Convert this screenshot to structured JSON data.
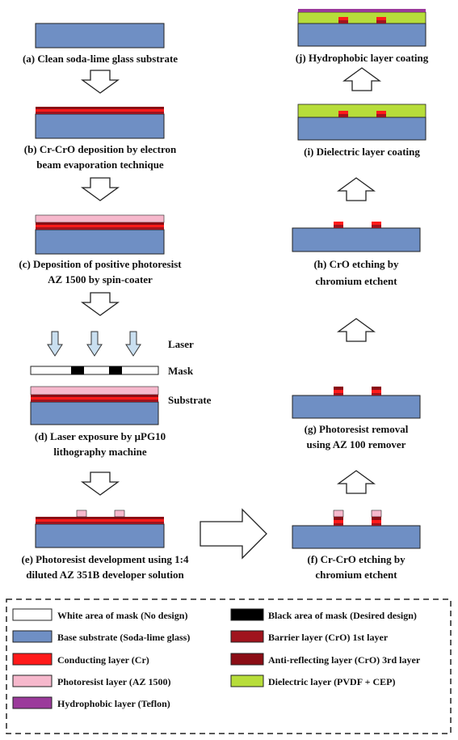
{
  "steps": {
    "a": {
      "line1": "(a) Clean soda-lime glass substrate"
    },
    "b": {
      "line1": "(b) Cr-CrO deposition by electron",
      "line2": "beam evaporation technique"
    },
    "c": {
      "line1": "(c) Deposition of positive photoresist",
      "line2": "AZ 1500 by spin-coater"
    },
    "d": {
      "line1": "(d) Laser exposure by μPG10",
      "line2": "lithography machine"
    },
    "e": {
      "line1": "(e) Photoresist development using 1:4",
      "line2": "diluted AZ 351B developer solution"
    },
    "f": {
      "line1": "(f) Cr-CrO etching by",
      "line2": "chromium etchent"
    },
    "g": {
      "line1": "(g) Photoresist removal",
      "line2": "using AZ 100 remover"
    },
    "h": {
      "line1": "(h) CrO etching by",
      "line2": "chromium etchent"
    },
    "i": {
      "line1": "(i) Dielectric layer coating"
    },
    "j": {
      "line1": "(j) Hydrophobic layer coating"
    }
  },
  "side_labels": {
    "laser": "Laser",
    "mask": "Mask",
    "substrate": "Substrate"
  },
  "legend": [
    {
      "label": "White area of mask (No design)",
      "color": "#ffffff"
    },
    {
      "label": "Black area of mask (Desired design)",
      "color": "#000000"
    },
    {
      "label": "Base substrate (Soda-lime glass)",
      "color": "#6f8fc4"
    },
    {
      "label": "Barrier layer (CrO) 1st layer",
      "color": "#a0141e"
    },
    {
      "label": "Conducting layer (Cr)",
      "color": "#ff1a1a"
    },
    {
      "label": "Anti-reflecting layer (CrO) 3rd layer",
      "color": "#8b0d15"
    },
    {
      "label": "Photoresist layer (AZ 1500)",
      "color": "#f6b8cc"
    },
    {
      "label": "Dielectric layer (PVDF + CEP)",
      "color": "#b7dd3a"
    },
    {
      "label": "Hydrophobic layer (Teflon)",
      "color": "#9b3a9b"
    }
  ],
  "colors": {
    "substrate": "#6f8fc4",
    "barrier": "#a0141e",
    "conducting": "#ff1a1a",
    "antireflect": "#8b0d15",
    "photoresist": "#f6b8cc",
    "dielectric": "#b7dd3a",
    "hydrophobic": "#9b3a9b",
    "laser_arrow": "#c9dff0"
  }
}
